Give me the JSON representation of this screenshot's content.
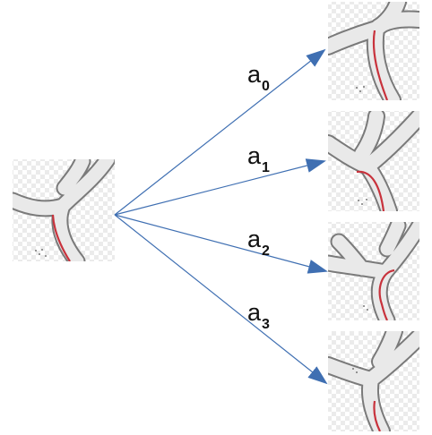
{
  "colors": {
    "arrow": "#3f6fb2",
    "vessel_fill": "#e9e9e9",
    "vessel_outline": "#7a7a7a",
    "path_highlight": "#c8323c",
    "checker_light": "#ffffff",
    "checker_dark": "#ebebeb"
  },
  "source_state": {
    "icon": "vessel-crop-with-red-centerline-segment"
  },
  "actions": [
    {
      "base": "a",
      "sub": "0",
      "result_icon": "vessel-crop-next-state-0"
    },
    {
      "base": "a",
      "sub": "1",
      "result_icon": "vessel-crop-next-state-1"
    },
    {
      "base": "a",
      "sub": "2",
      "result_icon": "vessel-crop-next-state-2"
    },
    {
      "base": "a",
      "sub": "3",
      "result_icon": "vessel-crop-next-state-3"
    }
  ]
}
